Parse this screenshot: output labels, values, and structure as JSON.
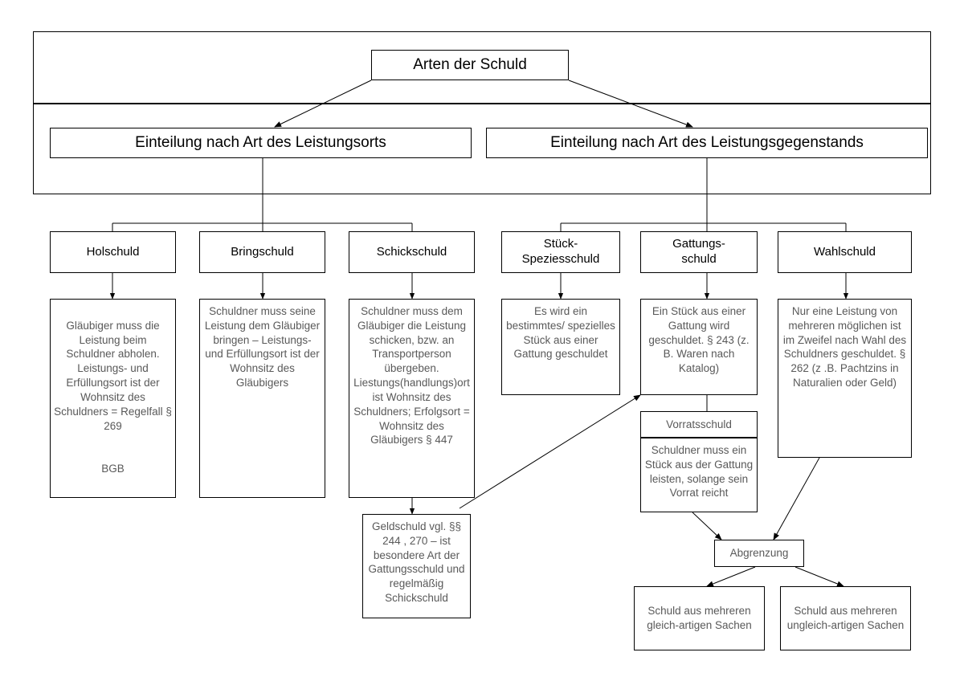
{
  "diagram": {
    "title": "Arten der Schuld",
    "language": "de",
    "style": {
      "line_color": "#000000",
      "box_fill": "#ffffff",
      "heading_text_color": "#000000",
      "body_text_color": "#595959"
    }
  },
  "nodes": {
    "root": "Arten der Schuld",
    "branch_left": "Einteilung nach Art des Leistungsorts",
    "branch_right": "Einteilung nach Art des Leistungsgegenstands",
    "holschuld": "Holschuld",
    "bringschuld": "Bringschuld",
    "schickschuld": "Schickschuld",
    "stueck": "Stück-\nSpeziesschuld",
    "gattung": "Gattungs-\nschuld",
    "wahlschuld": "Wahlschuld",
    "holschuld_desc": "Gläubiger muss die Leistung beim Schuldner abholen. Leistungs- und Erfüllungsort ist der Wohnsitz des Schuldners = Regelfall § 269",
    "holschuld_desc_tail": "BGB",
    "bringschuld_desc": "Schuldner muss seine Leistung dem Gläubiger bringen – Leistungs- und Erfüllungsort ist der Wohnsitz des Gläubigers",
    "schickschuld_desc": "Schuldner muss dem Gläubiger die Leistung schicken, bzw. an Transportperson übergeben. Liestungs(handlungs)ort ist Wohnsitz des Schuldners; Erfolgsort = Wohnsitz des Gläubigers § 447",
    "stueck_desc": "Es wird ein bestimmtes/ spezielles Stück aus einer Gattung geschuldet",
    "gattung_desc": "Ein Stück aus einer Gattung wird geschuldet. § 243 (z. B. Waren nach Katalog)",
    "wahlschuld_desc": "Nur eine Leistung von mehreren möglichen ist im Zweifel nach Wahl des Schuldners geschuldet. § 262 (z .B. Pachtzins in Naturalien oder Geld)",
    "vorratsschuld_head": "Vorratsschuld",
    "vorratsschuld_desc": "Schuldner muss ein Stück aus der Gattung leisten, solange sein Vorrat reicht",
    "geldschuld_desc": "Geldschuld vgl. §§ 244 , 270 – ist besondere Art der Gattungsschuld und regelmäßig Schickschuld",
    "abgrenzung": "Abgrenzung",
    "gleichartig": "Schuld aus mehreren gleich-artigen Sachen",
    "ungleichartig": "Schuld aus mehreren ungleich-artigen Sachen"
  },
  "edges": [
    {
      "from": "root",
      "to": "branch_left",
      "type": "arrow"
    },
    {
      "from": "root",
      "to": "branch_right",
      "type": "arrow"
    },
    {
      "from": "branch_left",
      "to": "holschuld",
      "type": "elbow"
    },
    {
      "from": "branch_left",
      "to": "bringschuld",
      "type": "elbow"
    },
    {
      "from": "branch_left",
      "to": "schickschuld",
      "type": "elbow"
    },
    {
      "from": "branch_right",
      "to": "stueck",
      "type": "elbow"
    },
    {
      "from": "branch_right",
      "to": "gattung",
      "type": "elbow"
    },
    {
      "from": "branch_right",
      "to": "wahlschuld",
      "type": "elbow"
    },
    {
      "from": "holschuld",
      "to": "holschuld_desc",
      "type": "arrow"
    },
    {
      "from": "bringschuld",
      "to": "bringschuld_desc",
      "type": "arrow"
    },
    {
      "from": "schickschuld",
      "to": "schickschuld_desc",
      "type": "arrow"
    },
    {
      "from": "stueck",
      "to": "stueck_desc",
      "type": "arrow"
    },
    {
      "from": "gattung",
      "to": "gattung_desc",
      "type": "arrow"
    },
    {
      "from": "wahlschuld",
      "to": "wahlschuld_desc",
      "type": "arrow"
    },
    {
      "from": "schickschuld_desc",
      "to": "geldschuld_desc",
      "type": "arrow"
    },
    {
      "from": "geldschuld_desc",
      "to": "gattung_desc",
      "type": "arrow"
    },
    {
      "from": "gattung_desc",
      "to": "vorratsschuld_head",
      "type": "line"
    },
    {
      "from": "vorratsschuld_desc",
      "to": "abgrenzung",
      "type": "arrow"
    },
    {
      "from": "wahlschuld_desc",
      "to": "abgrenzung",
      "type": "arrow"
    },
    {
      "from": "abgrenzung",
      "to": "gleichartig",
      "type": "arrow"
    },
    {
      "from": "abgrenzung",
      "to": "ungleichartig",
      "type": "arrow"
    }
  ]
}
